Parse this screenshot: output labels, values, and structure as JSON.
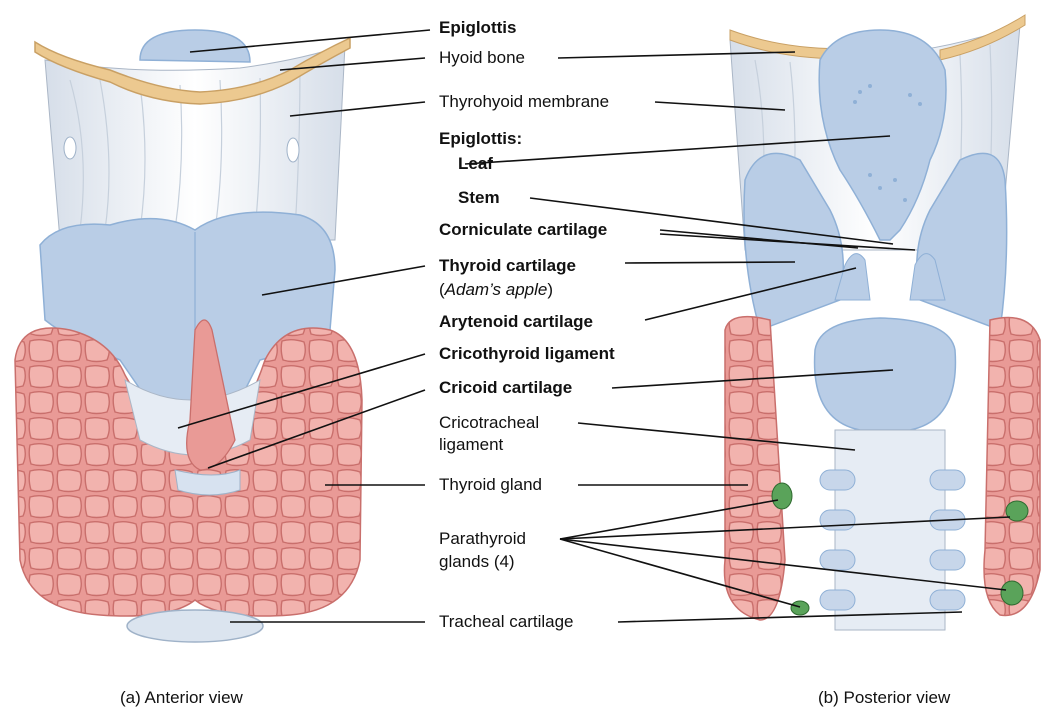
{
  "labels": {
    "epiglottis": "Epiglottis",
    "hyoid_bone": "Hyoid bone",
    "thyrohyoid_membrane": "Thyrohyoid membrane",
    "epiglottis_heading": "Epiglottis:",
    "leaf": "Leaf",
    "stem": "Stem",
    "corniculate_cartilage": "Corniculate cartilage",
    "thyroid_cartilage": "Thyroid cartilage",
    "adams_apple_open": "(",
    "adams_apple": "Adam’s apple",
    "adams_apple_close": ")",
    "arytenoid_cartilage": "Arytenoid cartilage",
    "cricothyroid_ligament": "Cricothyroid ligament",
    "cricoid_cartilage": "Cricoid cartilage",
    "cricotracheal_ligament_1": "Cricotracheal",
    "cricotracheal_ligament_2": "ligament",
    "thyroid_gland": "Thyroid gland",
    "parathyroid_1": "Parathyroid",
    "parathyroid_2": "glands (4)",
    "tracheal_cartilage": "Tracheal cartilage"
  },
  "captions": {
    "anterior": "(a) Anterior view",
    "posterior": "(b) Posterior view"
  },
  "colors": {
    "cartilage": "#b9cde6",
    "cartilage_dark": "#8fb0d6",
    "hyoid": "#ecc990",
    "membrane": "#eef2f7",
    "thyroid": "#e99a96",
    "thyroid_dark": "#c96f6c",
    "parathyroid": "#5aa35a",
    "leader": "#111111"
  }
}
